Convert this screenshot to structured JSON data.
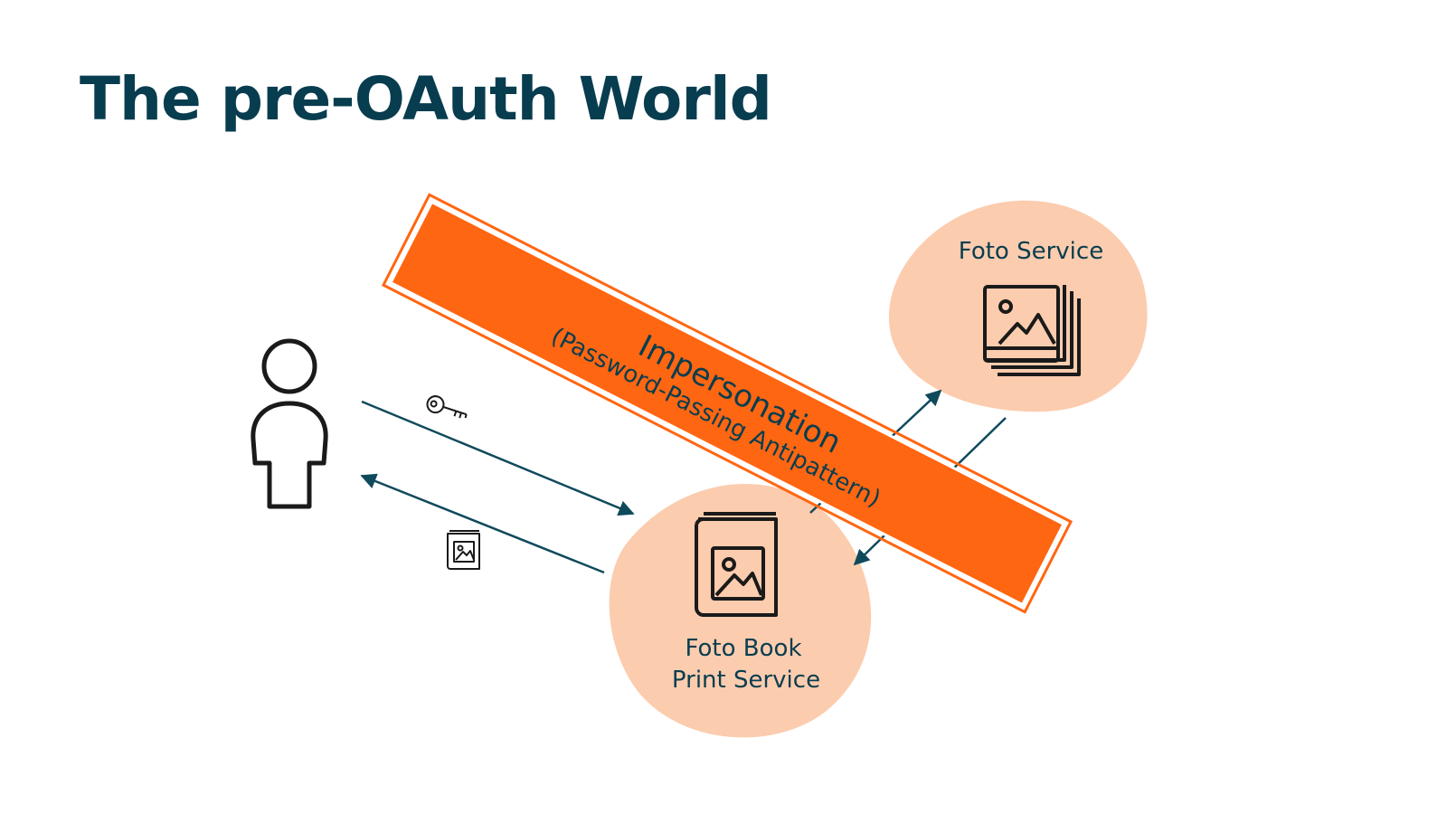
{
  "slide": {
    "title": "The pre-OAuth World"
  },
  "colors": {
    "title": "#083d4f",
    "blob_fill": "#fcccae",
    "banner_fill": "#ff6611",
    "banner_text": "#083d4f",
    "arrow": "#0f4a5c",
    "icon_stroke": "#1a1a1a"
  },
  "nodes": {
    "foto_service": {
      "label": "Foto Service",
      "icon": "photo-stack-icon"
    },
    "print_service": {
      "label_line1": "Foto Book",
      "label_line2": "Print Service",
      "icon": "photo-book-icon"
    },
    "user": {
      "icon": "user-icon"
    }
  },
  "banner": {
    "line1": "Impersonation",
    "line2": "(Password-Passing Antipattern)"
  },
  "connectors": {
    "credentials_icon": "key-icon",
    "return_icon": "photo-book-small-icon"
  }
}
